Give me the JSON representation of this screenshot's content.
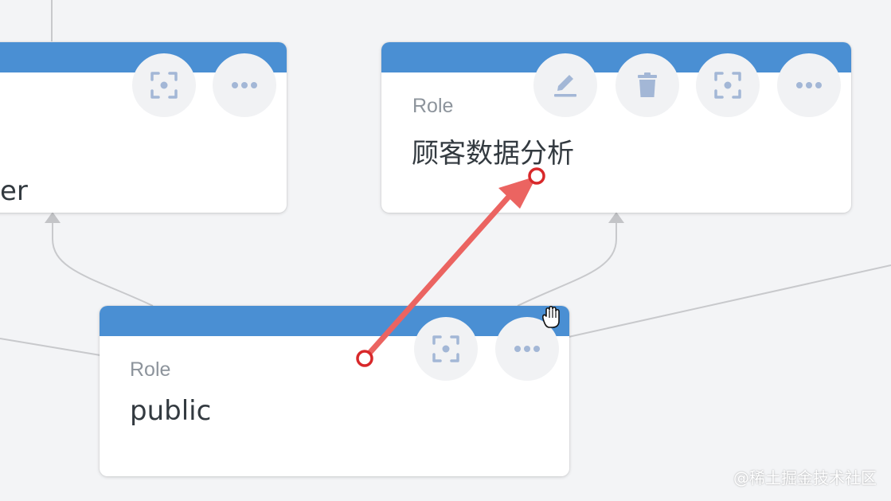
{
  "colors": {
    "header": "#4a8fd3",
    "icon": "#a3b7d6",
    "button_bg": "#f1f2f4",
    "edge": "#c8c9cc",
    "arrow": "#eb6461",
    "arrow_ring": "#d8282a"
  },
  "nodes": {
    "left": {
      "name_fragment": "er",
      "actions": [
        "focus-icon",
        "more-icon"
      ]
    },
    "top_right": {
      "type": "Role",
      "name": "顾客数据分析",
      "actions": [
        "edit-icon",
        "delete-icon",
        "focus-icon",
        "more-icon"
      ]
    },
    "bottom": {
      "type": "Role",
      "name": "public",
      "actions": [
        "focus-icon",
        "more-icon"
      ]
    }
  },
  "cursor": "grab-hand-icon",
  "watermark": "@稀土掘金技术社区"
}
